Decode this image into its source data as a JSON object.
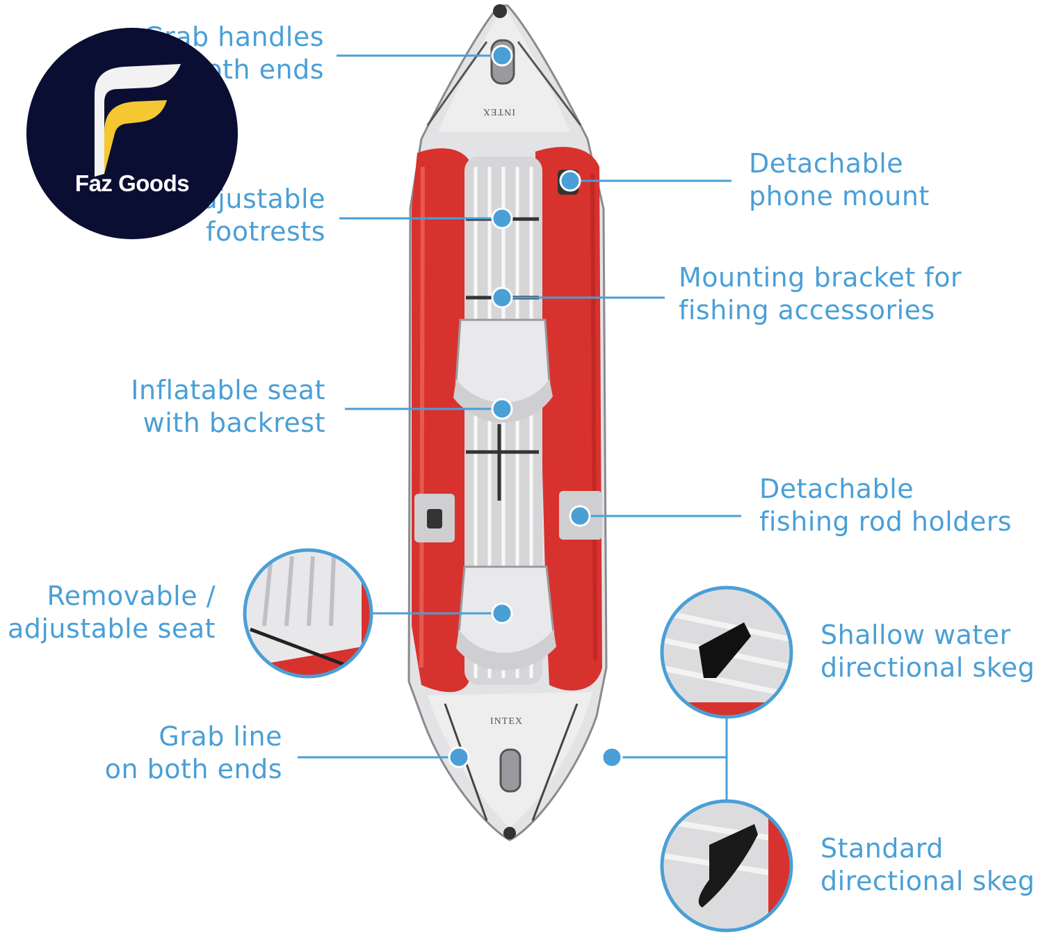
{
  "logo": {
    "brand": "Faz Goods"
  },
  "kayak_brand": {
    "top": "INTEX",
    "bottom": "INTEX"
  },
  "colors": {
    "label": "#4a9fd6",
    "hull_red": "#d8322e",
    "hull_gray": "#e7e7e9",
    "logo_bg": "#0b0e33",
    "logo_accent": "#f5c731"
  },
  "callouts": {
    "grab_handles": {
      "line1": "Grab handles",
      "line2": "on both ends"
    },
    "footrests": {
      "line1": "Adjustable",
      "line2": "footrests"
    },
    "inflatable_seat": {
      "line1": "Inflatable seat",
      "line2": "with backrest"
    },
    "removable_seat": {
      "line1": "Removable /",
      "line2": "adjustable seat"
    },
    "grab_line": {
      "line1": "Grab line",
      "line2": "on both ends"
    },
    "phone_mount": {
      "line1": "Detachable",
      "line2": "phone mount"
    },
    "mounting_bracket": {
      "line1": "Mounting bracket for",
      "line2": "fishing accessories"
    },
    "rod_holders": {
      "line1": "Detachable",
      "line2": "fishing rod holders"
    },
    "shallow_skeg": {
      "line1": "Shallow water",
      "line2": "directional skeg"
    },
    "standard_skeg": {
      "line1": "Standard",
      "line2": "directional skeg"
    }
  }
}
